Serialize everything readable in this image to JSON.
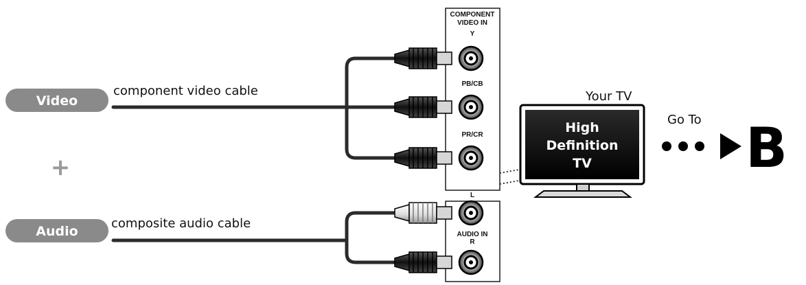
{
  "video": {
    "pill": "Video",
    "cable_label": "component video cable"
  },
  "audio": {
    "pill": "Audio",
    "cable_label": "composite audio cable"
  },
  "plus": "+",
  "component_panel": {
    "title_line1": "COMPONENT",
    "title_line2": "VIDEO IN",
    "jacks": [
      "Y",
      "PB/CB",
      "PR/CR"
    ]
  },
  "audio_panel": {
    "jack_left": "L",
    "title": "AUDIO IN",
    "jack_right": "R"
  },
  "tv": {
    "caption": "Your TV",
    "screen_line1": "High",
    "screen_line2": "Definition",
    "screen_line3": "TV"
  },
  "goto": {
    "label": "Go To",
    "target": "B"
  },
  "colors": {
    "pill": "#8a8a8a",
    "cable": "#2b2b2b",
    "ink": "#000000"
  }
}
